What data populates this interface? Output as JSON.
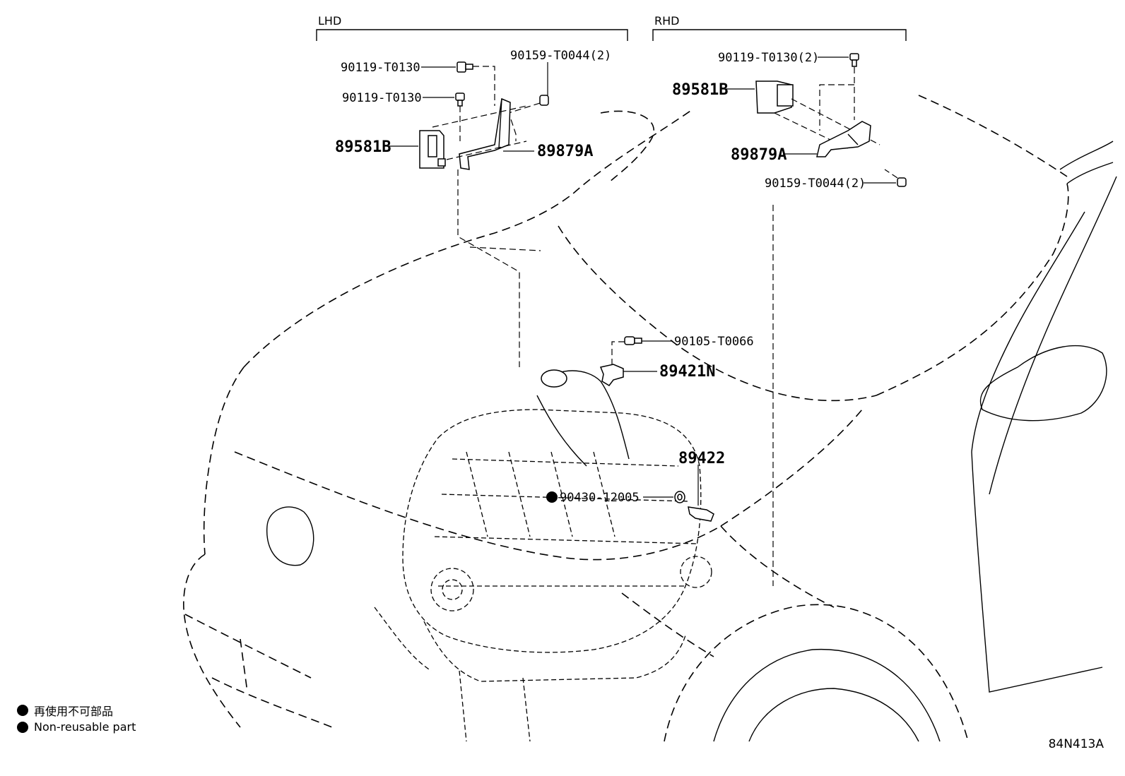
{
  "sections": {
    "lhd": "LHD",
    "rhd": "RHD"
  },
  "parts": {
    "lhd_bolt_top": "90119-T0130",
    "lhd_bolt_second": "90119-T0130",
    "lhd_screw": "90159-T0044(2)",
    "lhd_sensor": "89581B",
    "lhd_bracket": "89879A",
    "rhd_bolt": "90119-T0130(2)",
    "rhd_sensor": "89581B",
    "rhd_bracket": "89879A",
    "rhd_screw": "90159-T0044(2)",
    "engine_bolt": "90105-T0066",
    "engine_sensor_upper": "89421N",
    "engine_sensor_lower": "89422",
    "gasket": "90430-12005"
  },
  "legend": {
    "japanese": "再使用不可部品",
    "english": "Non-reusable part"
  },
  "figure_code": "84N413A"
}
